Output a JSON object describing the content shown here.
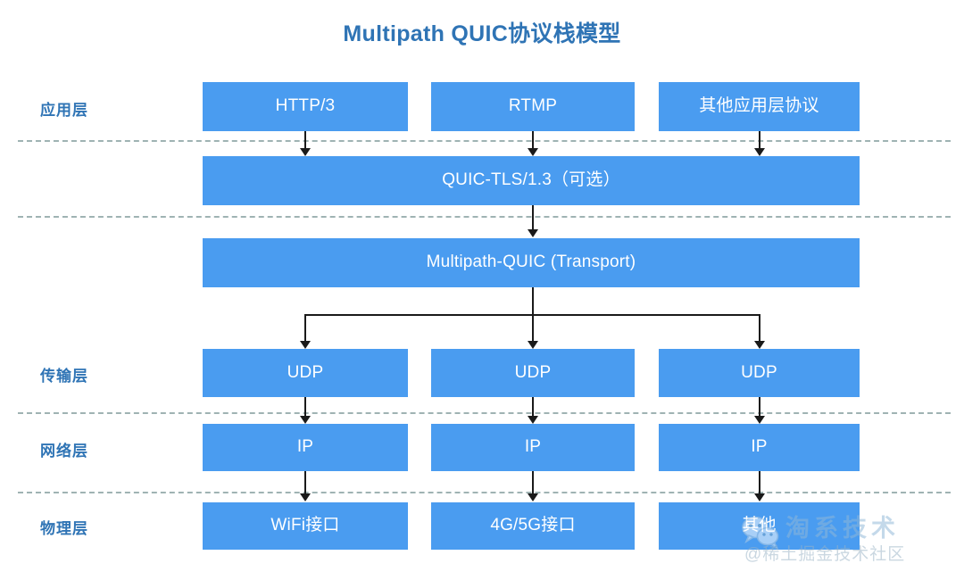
{
  "title": "Multipath QUIC协议栈模型",
  "theme": {
    "node_fill": "#4a9cf0",
    "node_text": "#ffffff",
    "title_color": "#2f74b5",
    "label_color": "#2f74b5",
    "separator_color": "#7f9a9a",
    "arrow_color": "#1a1a1a",
    "background": "#ffffff"
  },
  "layer_labels": [
    {
      "name": "application",
      "text": "应用层"
    },
    {
      "name": "transport",
      "text": "传输层"
    },
    {
      "name": "network",
      "text": "网络层"
    },
    {
      "name": "physical",
      "text": "物理层"
    }
  ],
  "nodes": {
    "app_http3": "HTTP/3",
    "app_rtmp": "RTMP",
    "app_other": "其他应用层协议",
    "quic_tls": "QUIC-TLS/1.3（可选）",
    "multipath_quic": "Multipath-QUIC (Transport)",
    "udp_left": "UDP",
    "udp_mid": "UDP",
    "udp_right": "UDP",
    "ip_left": "IP",
    "ip_mid": "IP",
    "ip_right": "IP",
    "phy_wifi": "WiFi接口",
    "phy_cellular": "4G/5G接口",
    "phy_other": "其他"
  },
  "watermark": {
    "brand": "淘系技术",
    "handle": "@稀土掘金技术社区",
    "logo_icon": "wechat-icon"
  }
}
